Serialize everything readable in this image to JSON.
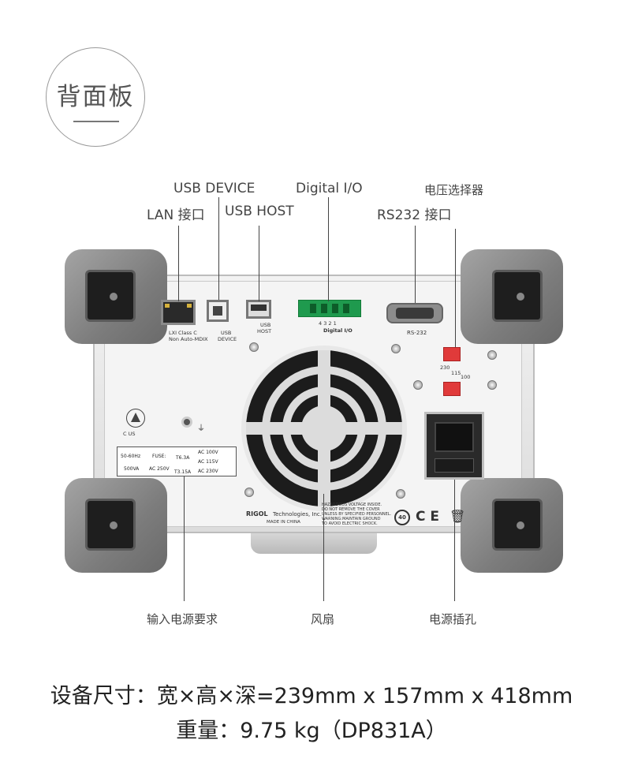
{
  "badge": {
    "title": "背面板"
  },
  "callouts": {
    "usb_device": "USB DEVICE",
    "digital_io": "Digital I/O",
    "voltage_selector": "电压选择器",
    "lan": "LAN 接口",
    "usb_host": "USB HOST",
    "rs232": "RS232 接口",
    "input_power": "输入电源要求",
    "fan": "风扇",
    "power_socket": "电源插孔"
  },
  "panel_labels": {
    "lan_sub1": "LXI Class C",
    "lan_sub2": "Non Auto-MDIX",
    "usb_device_a": "USB",
    "usb_device_b": "DEVICE",
    "usb_host_a": "USB",
    "usb_host_b": "HOST",
    "dio_pins": "4 3 2 1",
    "dio": "Digital I/O",
    "rs232": "RS-232",
    "v230": "230",
    "v115": "115",
    "v100": "100",
    "brand": "RIGOL",
    "brand_sub": "Technologies, Inc.",
    "made_in": "MADE IN CHINA",
    "warning1": "HAZARDOUS VOLTAGE INSIDE.",
    "warning2": "DO NOT REMOVE THE COVER",
    "warning3": "UNLESS BY SPECIFIED PERSONNEL.",
    "warning4": "WARNING:MAINTAIN GROUND",
    "warning5": "TO AVOID ELECTRIC SHOCK.",
    "mark_40": "40",
    "mark_ce": "C E",
    "ul": "C    US"
  },
  "fuse_table": {
    "freq": "50-60Hz",
    "power": "500VA",
    "fuse": "FUSE:",
    "fuse_v": "AC 250V",
    "t63": "T6.3A",
    "t315": "T3.15A",
    "ac100": "AC 100V",
    "ac115": "AC 115V",
    "ac230": "AC 230V"
  },
  "specs": {
    "dimensions": "设备尺寸：宽×高×深=239mm x 157mm x 418mm",
    "weight": "重量：9.75 kg（DP831A）"
  }
}
